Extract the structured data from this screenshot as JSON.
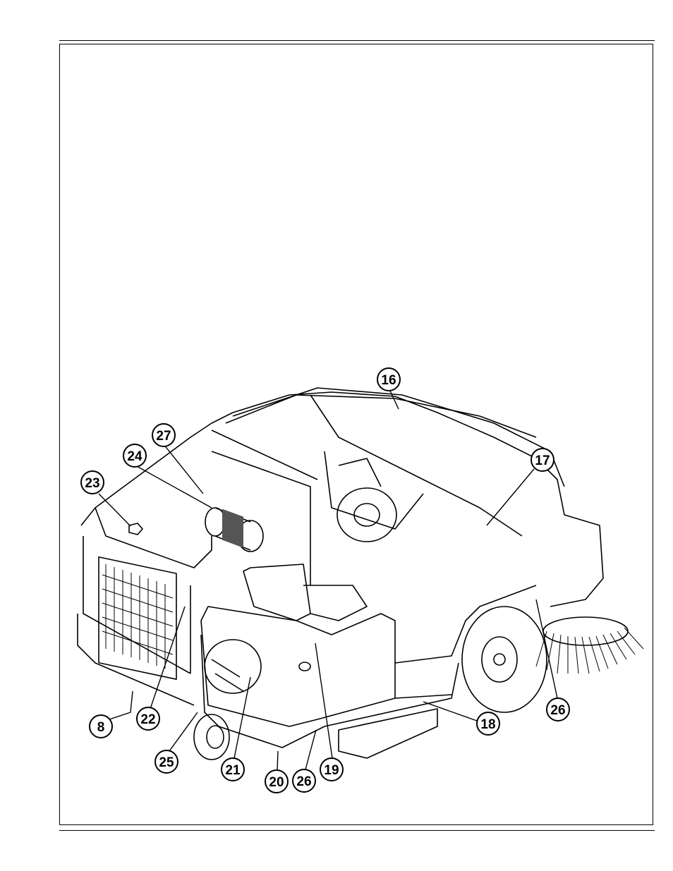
{
  "figure": {
    "callouts": [
      {
        "id": "c16",
        "label": "16"
      },
      {
        "id": "c17",
        "label": "17"
      },
      {
        "id": "c27",
        "label": "27"
      },
      {
        "id": "c24",
        "label": "24"
      },
      {
        "id": "c23",
        "label": "23"
      },
      {
        "id": "c8",
        "label": "8"
      },
      {
        "id": "c22",
        "label": "22"
      },
      {
        "id": "c25",
        "label": "25"
      },
      {
        "id": "c21",
        "label": "21"
      },
      {
        "id": "c20",
        "label": "20"
      },
      {
        "id": "c26a",
        "label": "26"
      },
      {
        "id": "c19",
        "label": "19"
      },
      {
        "id": "c18",
        "label": "18"
      },
      {
        "id": "c26b",
        "label": "26"
      }
    ]
  }
}
